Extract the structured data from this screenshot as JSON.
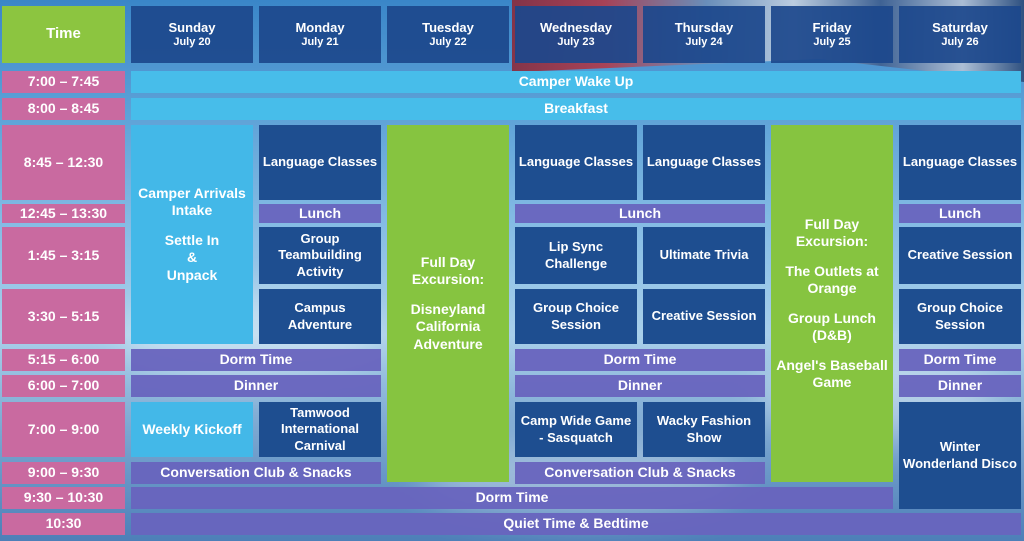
{
  "header": {
    "time_label": "Time",
    "days": [
      {
        "name": "Sunday",
        "date": "July 20"
      },
      {
        "name": "Monday",
        "date": "July 21"
      },
      {
        "name": "Tuesday",
        "date": "July 22"
      },
      {
        "name": "Wednesday",
        "date": "July 23"
      },
      {
        "name": "Thursday",
        "date": "July 24"
      },
      {
        "name": "Friday",
        "date": "July 25"
      },
      {
        "name": "Saturday",
        "date": "July 26"
      }
    ]
  },
  "times": [
    "7:00 – 7:45",
    "8:00 – 8:45",
    "8:45 – 12:30",
    "12:45 – 13:30",
    "1:45 – 3:15",
    "3:30 – 5:15",
    "5:15 – 6:00",
    "6:00 – 7:00",
    "7:00 – 9:00",
    "9:00 – 9:30",
    "9:30 – 10:30",
    "10:30"
  ],
  "bands": {
    "wake": "Camper Wake Up",
    "breakfast": "Breakfast",
    "dorm_time_all": "Dorm Time",
    "quiet": "Quiet Time & Bedtime"
  },
  "sunday": {
    "arrivals": "Camper Arrivals Intake",
    "settle": "Settle In",
    "amp": "&",
    "unpack": "Unpack",
    "kickoff": "Weekly Kickoff"
  },
  "monday": {
    "language": "Language Classes",
    "lunch": "Lunch",
    "teambuilding": "Group Teambuilding Activity",
    "campus": "Campus Adventure",
    "carnival": "Tamwood International Carnival"
  },
  "sun_mon": {
    "dorm": "Dorm Time",
    "dinner": "Dinner",
    "conversation": "Conversation Club & Snacks"
  },
  "tuesday": {
    "excursion": "Full Day Excursion:",
    "destination": "Disneyland California Adventure"
  },
  "wednesday": {
    "language": "Language Classes",
    "lipsync": "Lip Sync Challenge",
    "choice": "Group Choice Session",
    "game": "Camp Wide Game - Sasquatch"
  },
  "thursday": {
    "language": "Language Classes",
    "trivia": "Ultimate Trivia",
    "creative": "Creative Session",
    "fashion": "Wacky Fashion Show"
  },
  "wed_thu": {
    "lunch": "Lunch",
    "dorm": "Dorm Time",
    "dinner": "Dinner",
    "conversation": "Conversation Club & Snacks"
  },
  "friday": {
    "excursion": "Full Day Excursion:",
    "outlets": "The Outlets at Orange",
    "lunch": "Group Lunch (D&B)",
    "baseball": "Angel's Baseball Game"
  },
  "saturday": {
    "language": "Language Classes",
    "lunch": "Lunch",
    "creative": "Creative Session",
    "choice": "Group Choice Session",
    "dorm": "Dorm Time",
    "dinner": "Dinner",
    "disco": "Winter Wonderland Disco"
  },
  "colors": {
    "green": "#86c440",
    "navy": "#1e4e90",
    "cyan": "#43b8e8",
    "purple": "#6864be",
    "pink": "#c96aa0"
  }
}
